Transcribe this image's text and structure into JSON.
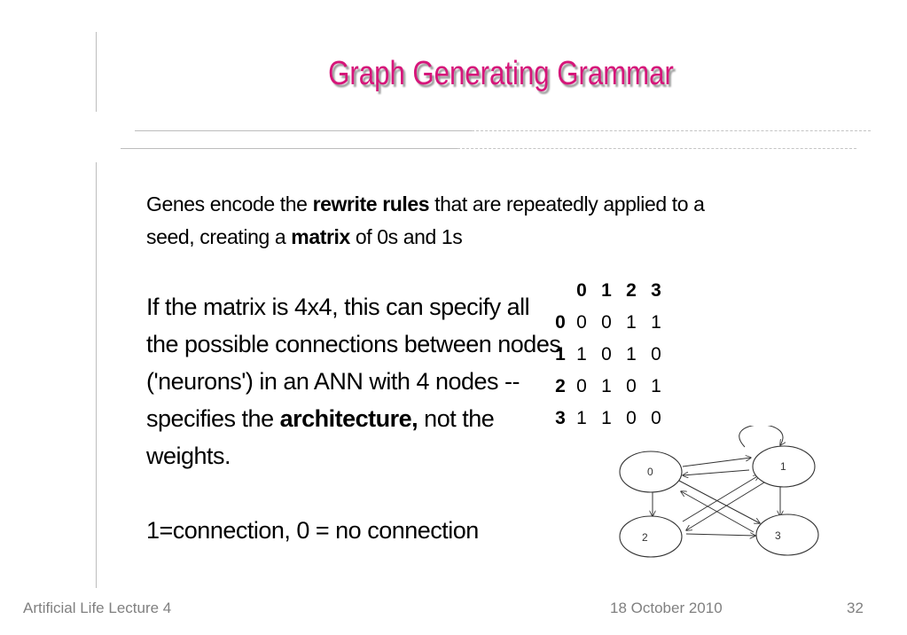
{
  "slide": {
    "title": "Graph Generating Grammar",
    "intro": {
      "part1": "Genes encode the ",
      "bold1": "rewrite rules",
      "part2": " that are repeatedly applied to a seed, creating a ",
      "bold2": "matrix",
      "part3": " of 0s and 1s"
    },
    "body": {
      "text": "If the matrix is 4x4, this can specify all the possible  connections between nodes ('neurons') in an ANN with 4 nodes -- specifies the ",
      "bold": "architecture,",
      "tail": " not the  weights."
    },
    "legend": "1=connection, 0 = no connection",
    "matrix": {
      "col_headers": [
        "0",
        "1",
        "2",
        "3"
      ],
      "rows": [
        {
          "label": "0",
          "values": [
            "0",
            "0",
            "1",
            "1"
          ]
        },
        {
          "label": "1",
          "values": [
            "1",
            "0",
            "1",
            "0"
          ]
        },
        {
          "label": "2",
          "values": [
            "0",
            "1",
            "0",
            "1"
          ]
        },
        {
          "label": "3",
          "values": [
            "1",
            "1",
            "0",
            "0"
          ]
        }
      ]
    },
    "graph": {
      "nodes": [
        "0",
        "1",
        "2",
        "3"
      ]
    }
  },
  "footer": {
    "left": "Artificial Life Lecture 4",
    "date": "18 October 2010",
    "page": "32"
  },
  "colors": {
    "title": "#d6167a",
    "footer": "#808080",
    "rule": "#bdbdbd"
  }
}
